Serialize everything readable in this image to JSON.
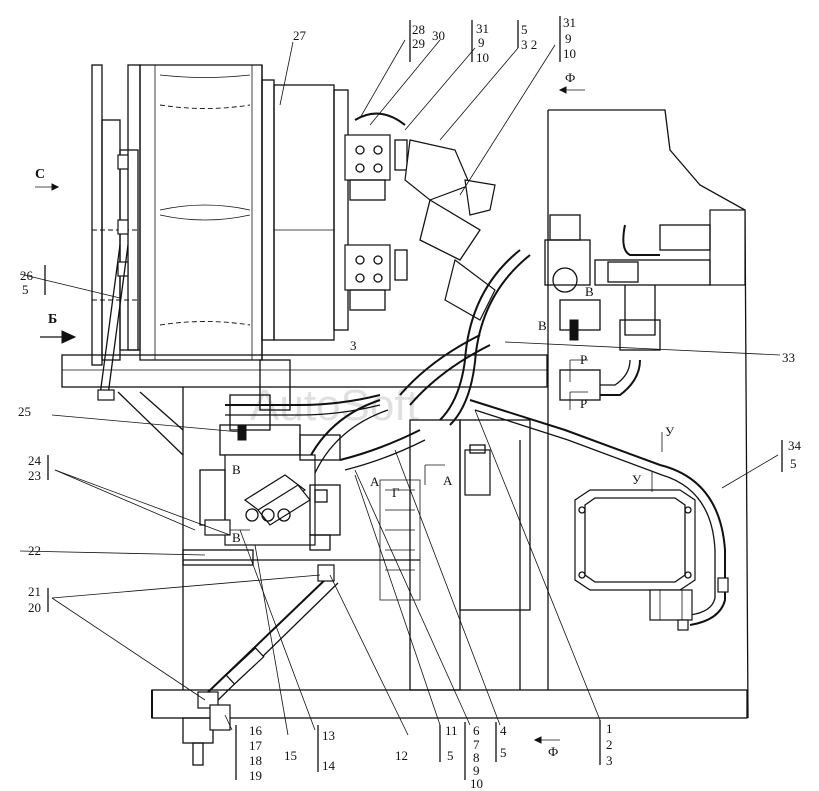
{
  "watermark": "AutoSoft",
  "callouts": {
    "c27": "27",
    "c28_29": [
      "28",
      "29"
    ],
    "c30": "30",
    "c31_9_10a": [
      "31",
      "9",
      "10"
    ],
    "c5_32": [
      "5",
      "3 2"
    ],
    "c31_9_10b": [
      "31",
      "9",
      "10"
    ],
    "c26_5": [
      "26",
      "5"
    ],
    "c25": "25",
    "c24_23": [
      "24",
      "23"
    ],
    "c22": "22",
    "c21_20": [
      "21",
      "20"
    ],
    "c16_19": [
      "16",
      "17",
      "18",
      "19"
    ],
    "c15": "15",
    "c13_14": [
      "13",
      "14"
    ],
    "c12": "12",
    "c11_5": [
      "11",
      "5"
    ],
    "c6_10": [
      "6",
      "7",
      "8",
      "9",
      "10"
    ],
    "c4_5": [
      "4",
      "5"
    ],
    "c1_3": [
      "1",
      "2",
      "3"
    ],
    "c33": "33",
    "c34_5": [
      "34",
      "5"
    ],
    "c3": "3"
  },
  "view_marks": {
    "C": "C",
    "B_cyr": "Б",
    "F_top": "Ф",
    "F_bottom": "Ф",
    "A": "A",
    "A2": "A",
    "V1": "В",
    "V2": "В",
    "V3": "В",
    "V4": "В",
    "R1": "Р",
    "R2": "Р",
    "U1": "У",
    "U2": "У",
    "G": "Г"
  }
}
